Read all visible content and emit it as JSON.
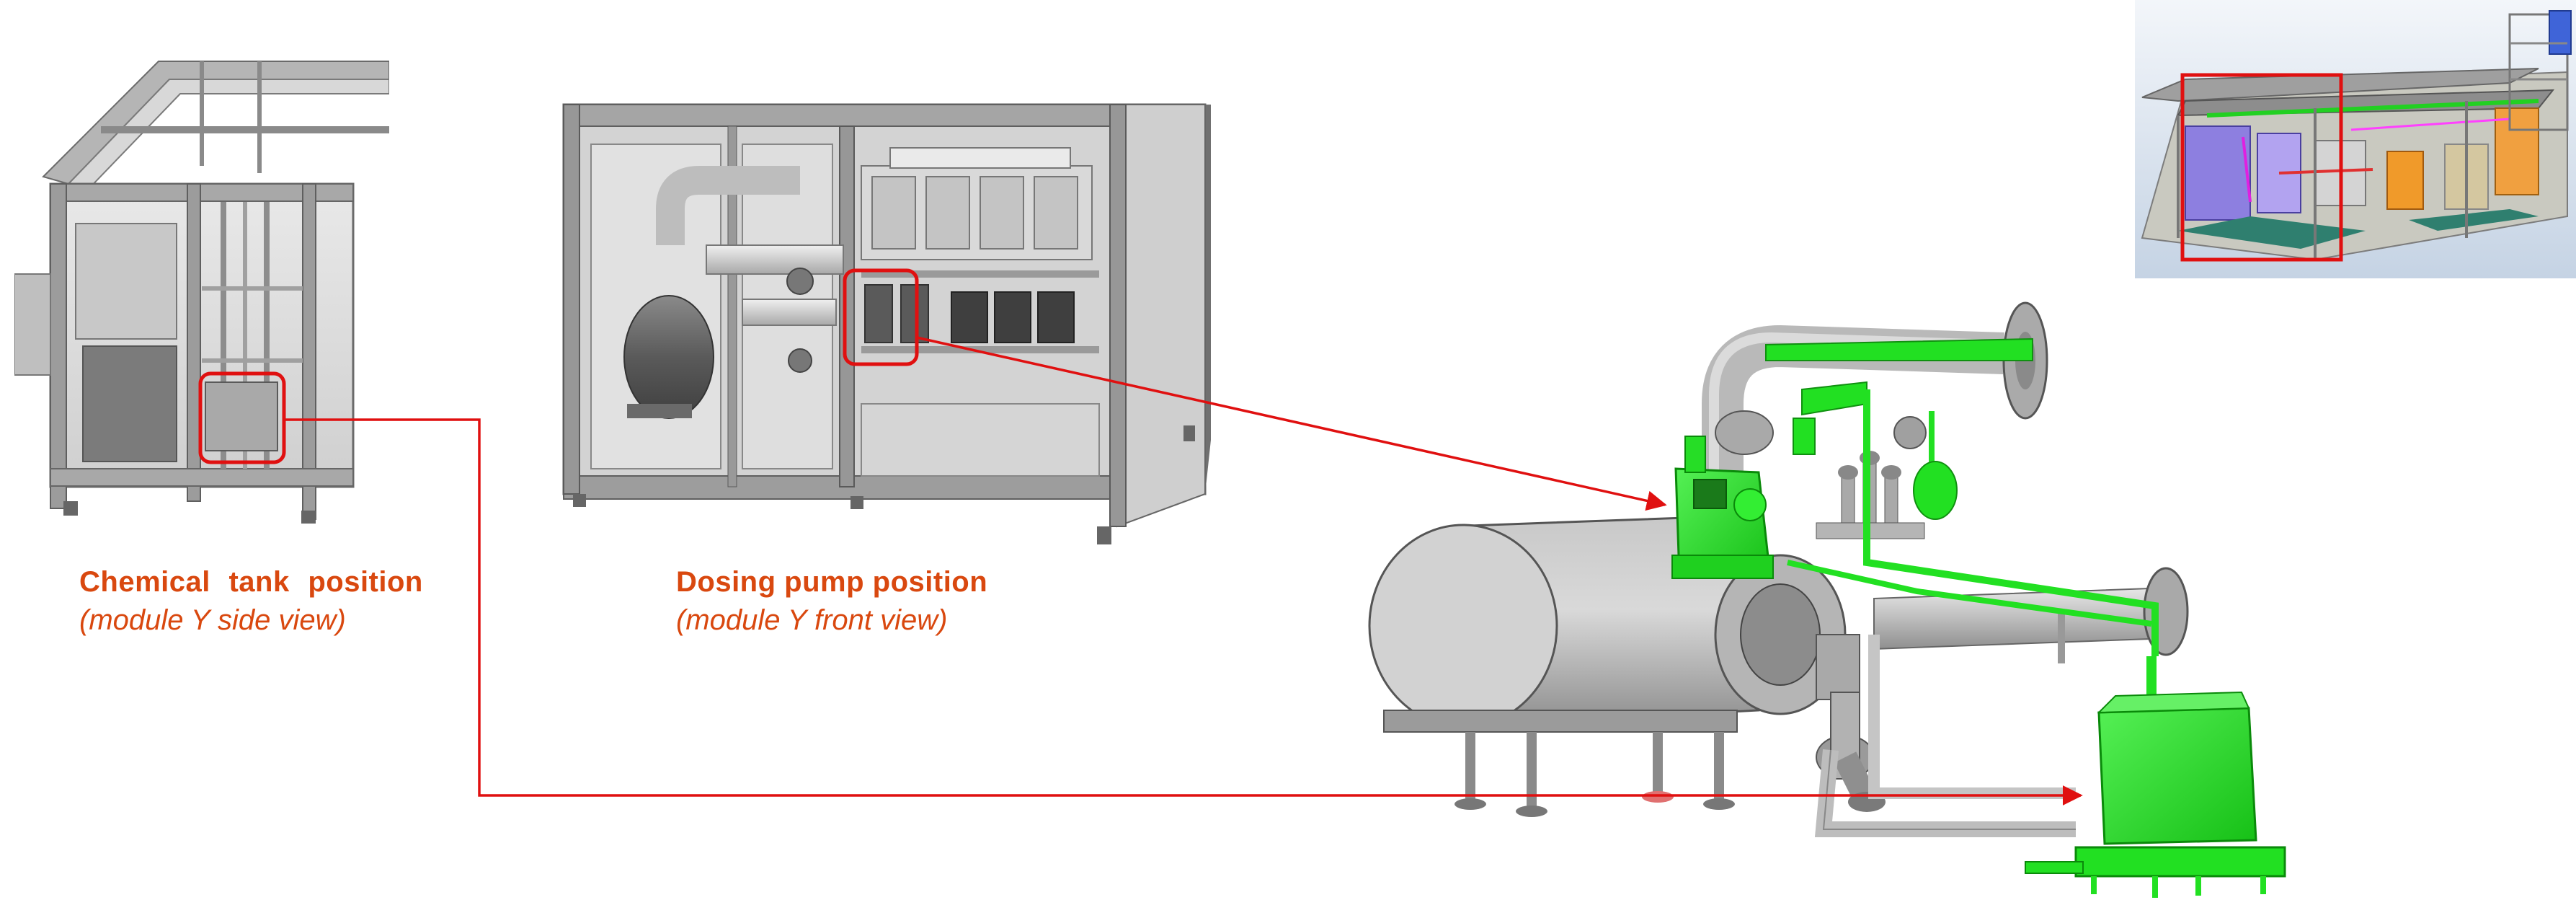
{
  "captions": {
    "tank": {
      "title": "Chemical   tank   position",
      "subtitle": "(module Y side view)"
    },
    "pump": {
      "title": "Dosing pump position",
      "subtitle": "(module Y front view)"
    }
  },
  "colors": {
    "frame": "#9a9a9a",
    "frame_dark": "#5f5f5f",
    "highlight": "#e01010",
    "chemical_green": "#22e022",
    "caption": "#d9480f",
    "pipe_grey": "#b8b8b8",
    "overview_blue": "#c9d8ea"
  },
  "icons": {
    "arrow": "arrowhead-icon"
  }
}
